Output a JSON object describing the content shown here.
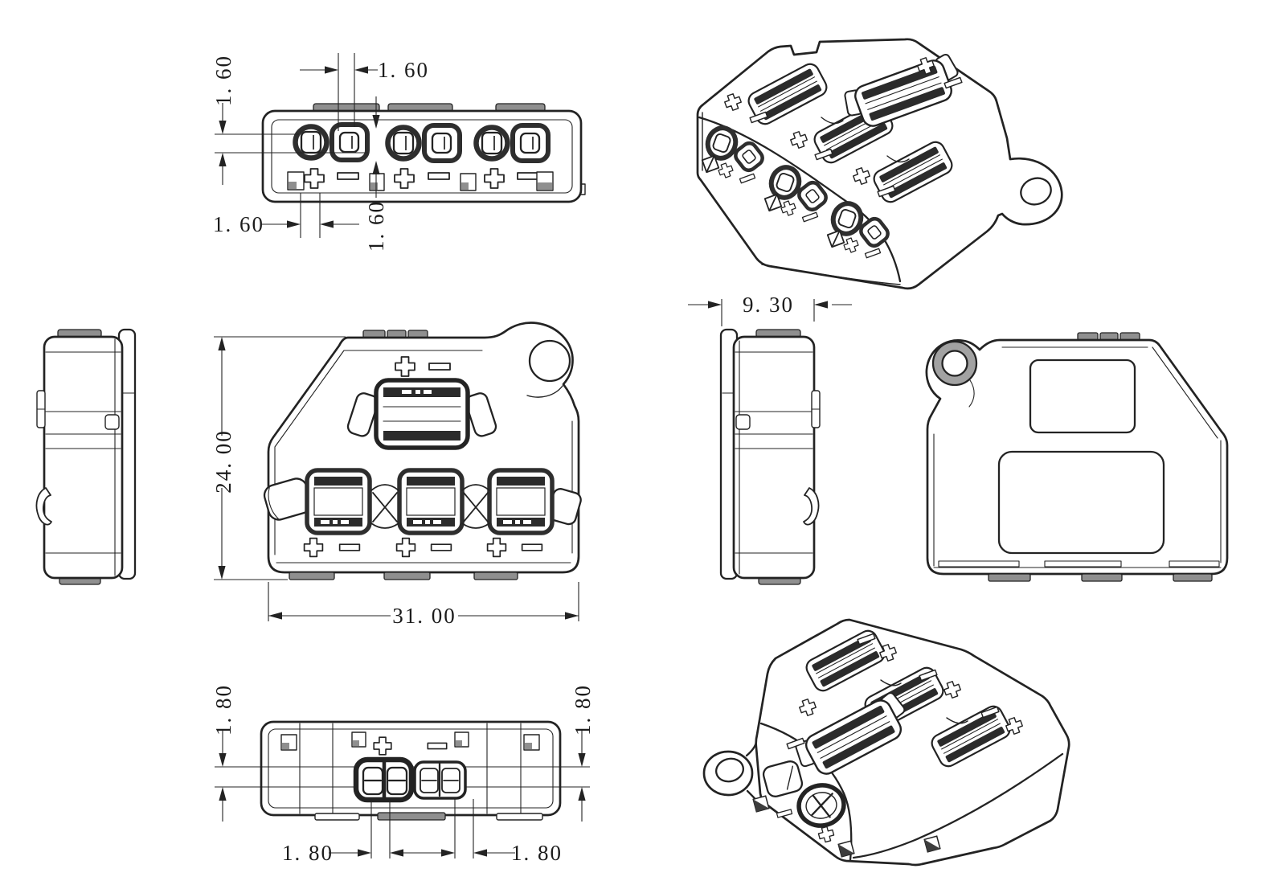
{
  "colors": {
    "background": "#ffffff",
    "line": "#232323",
    "dark_fill": "#2b2b2b",
    "tab_gray": "#8f8f8f",
    "ring_gray": "#a2a2a2"
  },
  "dims": {
    "top_view": {
      "vertical_left": "1. 60",
      "horizontal_top": "1. 60",
      "horizontal_bottom": "1. 60",
      "vertical_center": "1. 60"
    },
    "front_view": {
      "height": "24. 00",
      "width": "31. 00"
    },
    "side_view_right": {
      "depth": "9. 30"
    },
    "bottom_view": {
      "vertical_left": "1. 80",
      "vertical_right": "1. 80",
      "horizontal_left": "1. 80",
      "horizontal_right": "1. 80"
    }
  }
}
